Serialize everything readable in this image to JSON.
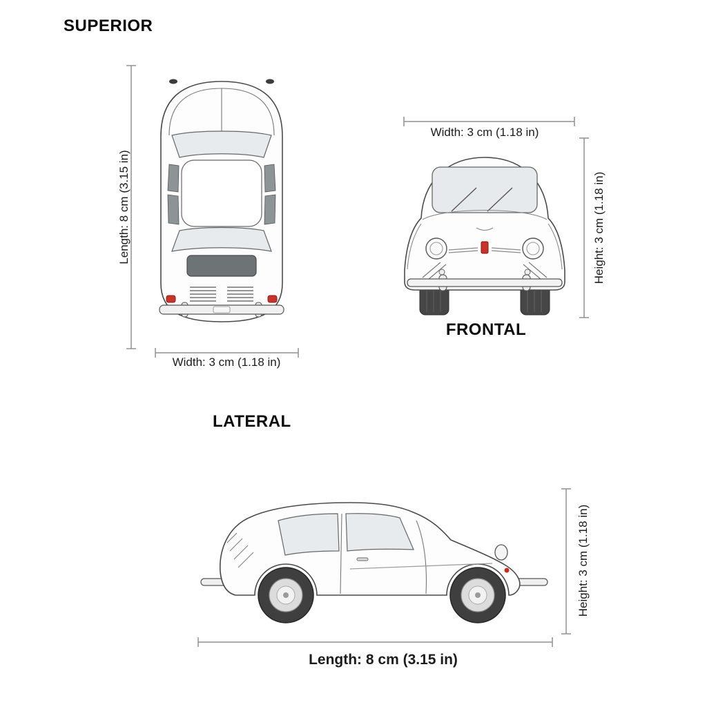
{
  "views": {
    "superior": {
      "title": "SUPERIOR",
      "length_label": "Length: 8 cm (3.15 in)",
      "width_label": "Width: 3 cm (1.18 in)"
    },
    "frontal": {
      "title": "FRONTAL",
      "width_label": "Width: 3 cm (1.18 in)",
      "height_label": "Height: 3 cm (1.18 in)"
    },
    "lateral": {
      "title": "LATERAL",
      "height_label": "Height: 3 cm (1.18 in)",
      "length_label": "Length: 8 cm (3.15 in)"
    }
  },
  "colors": {
    "accent_red": "#c9342a",
    "line": "#4a4a4a",
    "dimension_line": "#909090"
  }
}
